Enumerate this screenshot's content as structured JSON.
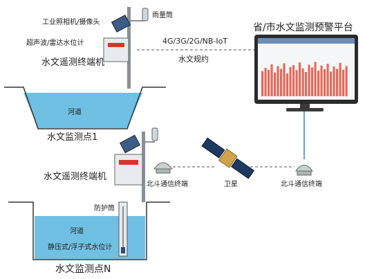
{
  "labels": {
    "industrial_light_camera": "工业照相机/摄像头",
    "rain_gauge": "雨量筒",
    "ultrasonic_radar": "超声波/雷达水位计",
    "terminal_top": "水文遥测终端机",
    "comm_network": "4G/3G/2G/NB-IoT",
    "hydro_protocol": "水文规约",
    "platform_title": "省/市水文监测预警平台",
    "river_top": "河道",
    "station_1": "水文监测点1",
    "terminal_bottom": "水文遥测终端机",
    "beidou_left": "北斗通信终端",
    "satellite": "卫星",
    "beidou_right": "北斗通信终端",
    "protective_tube": "防护筒",
    "river_bottom": "河道",
    "pressure_float_gauge": "静压式/浮子式水位计",
    "station_n": "水文监测点N"
  },
  "colors": {
    "water": "#5fb9e0",
    "water_light": "#bfe3f4",
    "pole": "#8a8f96",
    "box": "#e8eaee",
    "box_label": "#d9322e",
    "dashed_line": "#555555",
    "fiber_line": "#2f7ed8",
    "screen_bars": "#e36a5a",
    "monitor_bezel": "#2b2b2b"
  },
  "platform_chart": {
    "bars": [
      0.55,
      0.62,
      0.58,
      0.7,
      0.52,
      0.66,
      0.6,
      0.72,
      0.5,
      0.64,
      0.68,
      0.57,
      0.74,
      0.61,
      0.53,
      0.69,
      0.63,
      0.75,
      0.56,
      0.67,
      0.59,
      0.71,
      0.54,
      0.65,
      0.6,
      0.73,
      0.58,
      0.66
    ]
  }
}
